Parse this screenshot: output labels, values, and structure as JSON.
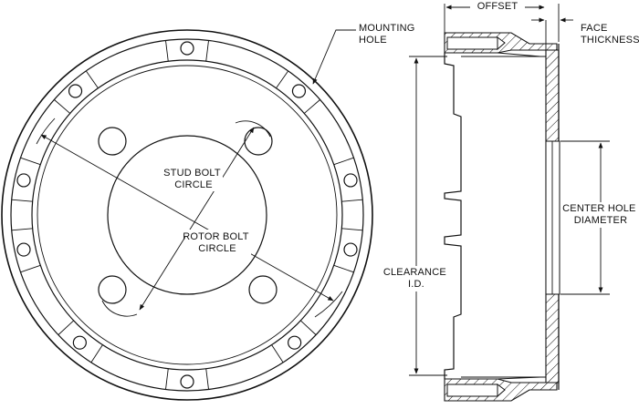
{
  "labels": {
    "mounting_hole": [
      "MOUNTING",
      "HOLE"
    ],
    "stud_bolt_circle": [
      "STUD BOLT",
      "CIRCLE"
    ],
    "rotor_bolt_circle": [
      "ROTOR BOLT",
      "CIRCLE"
    ],
    "offset": "OFFSET",
    "face_thickness": [
      "FACE",
      "THICKNESS"
    ],
    "center_hole_diameter": [
      "CENTER HOLE",
      "DIAMETER"
    ],
    "clearance_id": [
      "CLEARANCE",
      "I.D."
    ]
  },
  "colors": {
    "line": "#111111",
    "background": "#ffffff"
  }
}
